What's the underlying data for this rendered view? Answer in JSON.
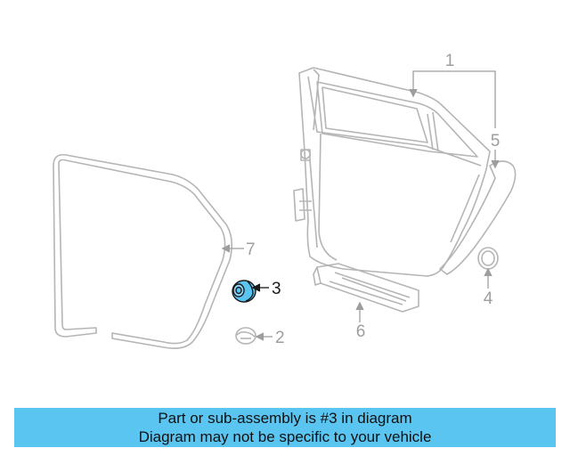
{
  "diagram": {
    "callouts": [
      {
        "number": "1",
        "highlighted": false
      },
      {
        "number": "2",
        "highlighted": false
      },
      {
        "number": "3",
        "highlighted": true
      },
      {
        "number": "4",
        "highlighted": false
      },
      {
        "number": "5",
        "highlighted": false
      },
      {
        "number": "6",
        "highlighted": false
      },
      {
        "number": "7",
        "highlighted": false
      }
    ],
    "colors": {
      "line": "#b5b5b5",
      "label": "#9e9e9e",
      "highlight_fill": "#5bc5f2",
      "highlight_stroke": "#1a1a1a",
      "banner": "#5bc5f2"
    }
  },
  "caption": {
    "line1": "Part or sub-assembly is #3 in diagram",
    "line2": "Diagram may not be specific to your vehicle"
  }
}
